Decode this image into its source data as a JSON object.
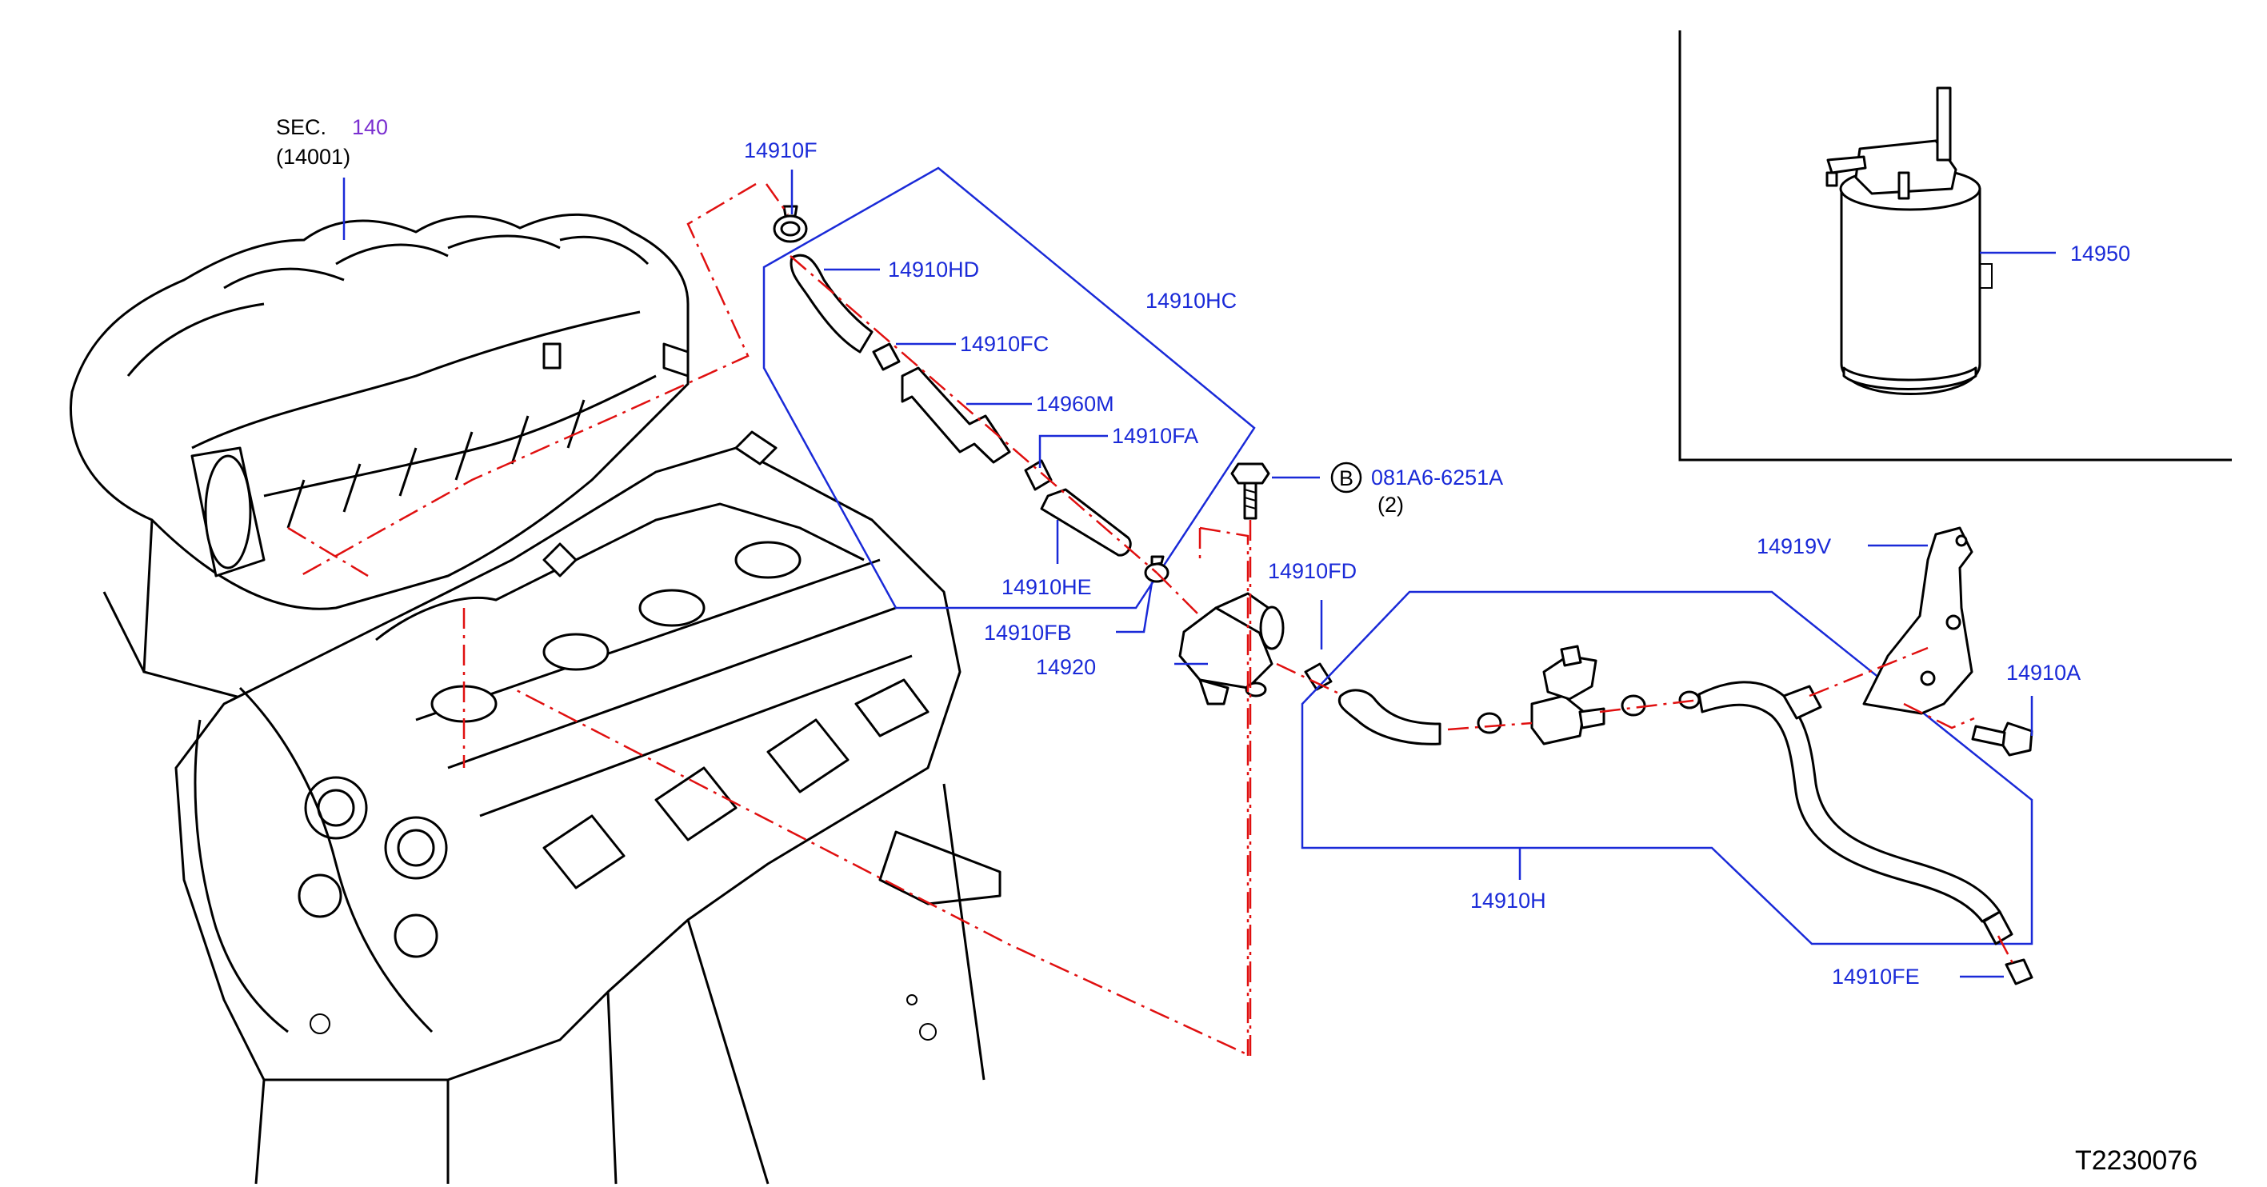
{
  "labels": {
    "sec": "SEC.",
    "sec_number": "140",
    "sec_sub": "(14001)",
    "p14910F": "14910F",
    "p14910HD": "14910HD",
    "p14910HC": "14910HC",
    "p14910FC": "14910FC",
    "p14960M": "14960M",
    "p14910FA": "14910FA",
    "p14910HE": "14910HE",
    "p14910FB": "14910FB",
    "p14920": "14920",
    "p14910FD": "14910FD",
    "bolt_marker": "B",
    "bolt_part": "081A6-6251A",
    "bolt_qty": "(2)",
    "p14950": "14950",
    "p14919V": "14919V",
    "p14910A": "14910A",
    "p14910H": "14910H",
    "p14910FE": "14910FE"
  },
  "reference_code": "T2230076",
  "colors": {
    "label": "#1a2ad8",
    "section_number": "#7a2fd0",
    "dash_line": "#e01010",
    "part_outline": "#000000"
  }
}
